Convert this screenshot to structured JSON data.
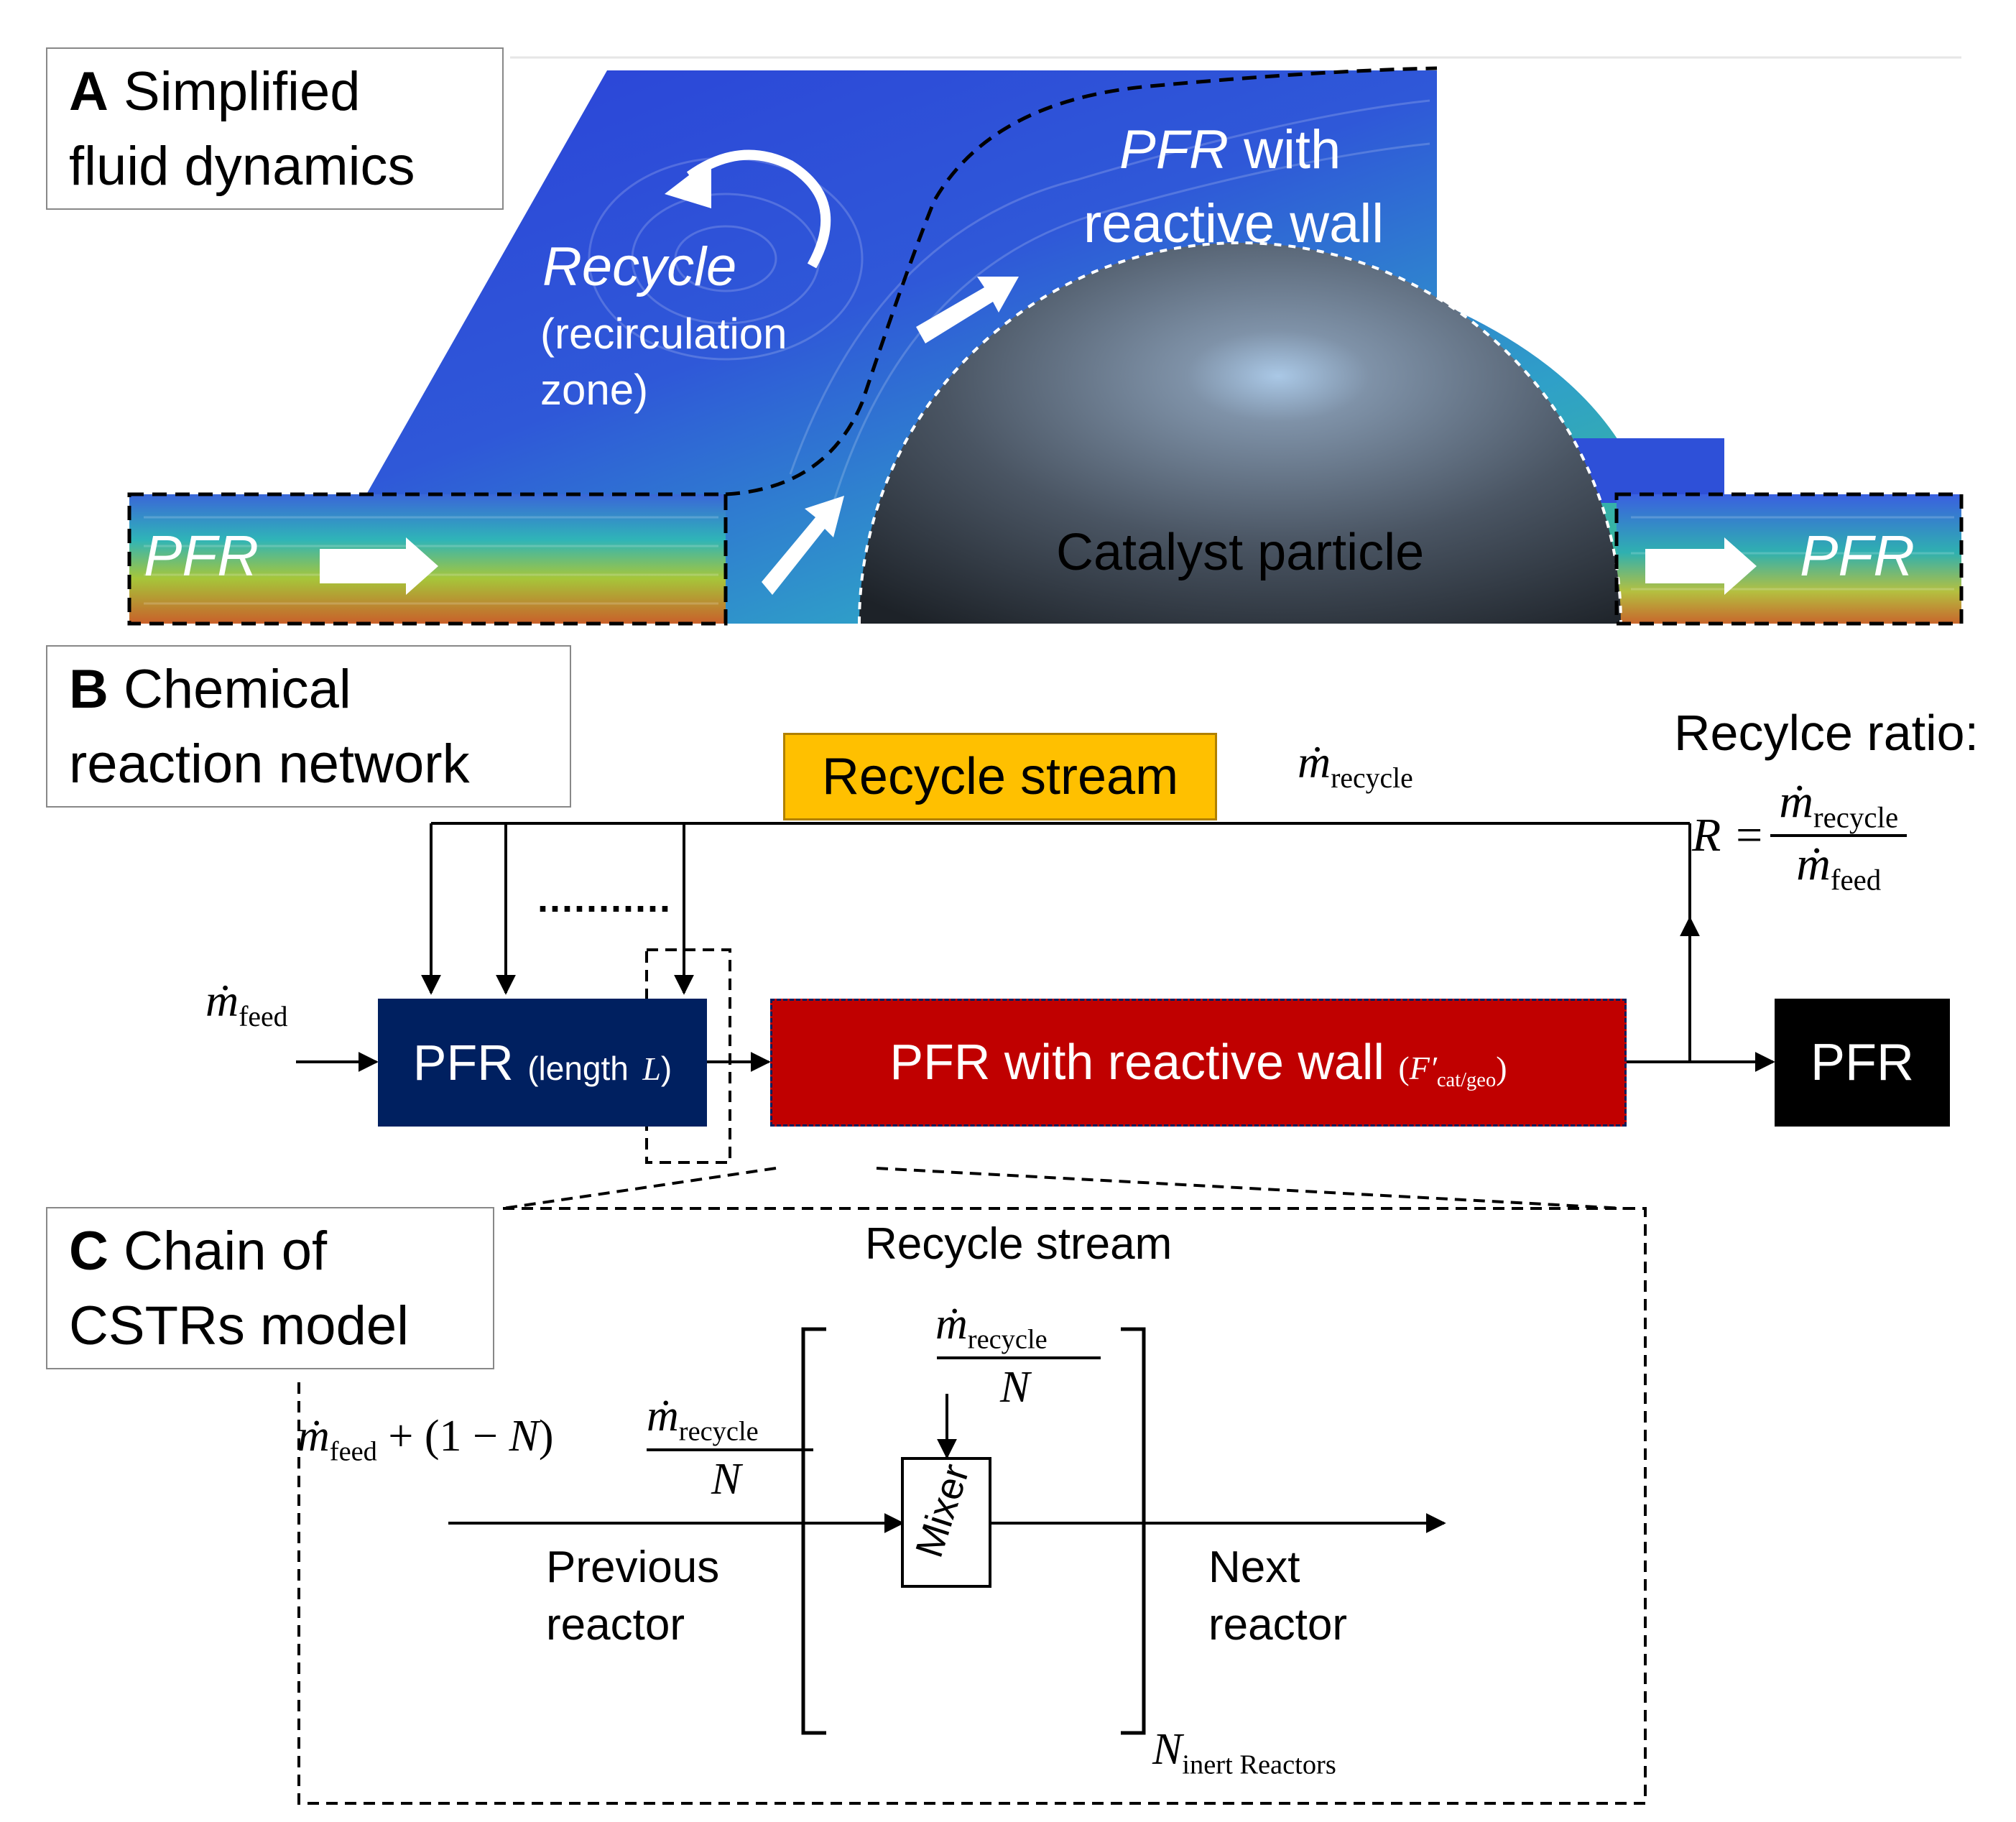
{
  "panel_a": {
    "letter": "A",
    "title_line1": "Simplified",
    "title_line2": "fluid dynamics",
    "recycle_label": "Recycle",
    "recirculation_line1": "(recirculation",
    "recirculation_line2": "zone)",
    "pfr_wall_word1": "PFR",
    "pfr_wall_word2": "with",
    "pfr_wall_line2": "reactive wall",
    "pfr_left": "PFR",
    "pfr_right": "PFR",
    "catalyst_label": "Catalyst particle"
  },
  "panel_b": {
    "letter": "B",
    "title_line1": "Chemical",
    "title_line2": "reaction network",
    "recycle_stream": "Recycle stream",
    "m_recycle_sym": "ṁ",
    "m_recycle_sub": "recycle",
    "recycle_ratio_label": "Recylce ratio:",
    "ratio_lhs": "R =",
    "ratio_num_sym": "ṁ",
    "ratio_num_sub": "recycle",
    "ratio_den_sym": "ṁ",
    "ratio_den_sub": "feed",
    "dots": "...........",
    "m_feed_sym": "ṁ",
    "m_feed_sub": "feed",
    "pfr1_label": "PFR",
    "pfr1_suffix": "(length",
    "pfr1_var": "L",
    "pfr1_close": ")",
    "pfr_wall_label": "PFR with reactive wall",
    "pfr_wall_param": "F′",
    "pfr_wall_param_sub": "cat/geo",
    "pfr_final": "PFR"
  },
  "panel_c": {
    "letter": "C",
    "title_line1": "Chain of",
    "title_line2": "CSTRs model",
    "recycle_stream": "Recycle stream",
    "frac_num_sym": "ṁ",
    "frac_num_sub": "recycle",
    "frac_den": "N",
    "inflow_feed_sym": "ṁ",
    "inflow_feed_sub": "feed",
    "inflow_mid": "+ (1 − ",
    "inflow_N": "N",
    "inflow_close": ")",
    "inflow_frac_num_sym": "ṁ",
    "inflow_frac_num_sub": "recycle",
    "inflow_frac_den": "N",
    "mixer": "Mixer",
    "previous_line1": "Previous",
    "previous_line2": "reactor",
    "next_line1": "Next",
    "next_line2": "reactor",
    "n_inert": "N",
    "n_inert_sub": "inert Reactors"
  },
  "colors": {
    "pfr_navy": "#002060",
    "pfr_red": "#c00000",
    "recycle_yellow": "#ffc000",
    "pfr_black": "#000000",
    "flow_blue": "#2f3fd6",
    "flow_cyan": "#2fb4c4",
    "flow_orange": "#d8682a"
  }
}
